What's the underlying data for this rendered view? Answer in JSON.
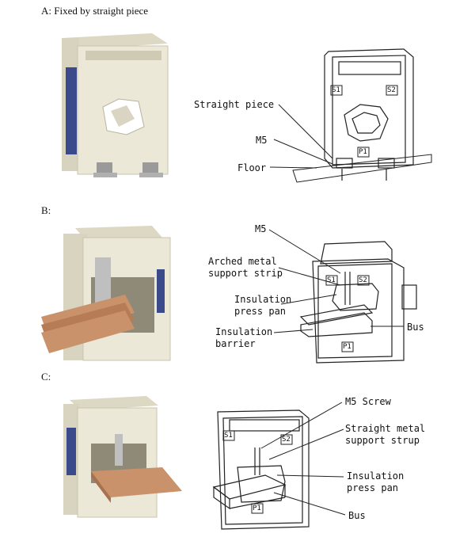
{
  "sections": [
    {
      "id": "A",
      "title": "A: Fixed by straight piece"
    },
    {
      "id": "B",
      "title": "B:"
    },
    {
      "id": "C",
      "title": "C:"
    }
  ],
  "diagram_a": {
    "labels": {
      "straight_piece": "Straight piece",
      "m5": "M5",
      "floor": "Floor"
    },
    "terminals": {
      "s1": "S1",
      "s2": "S2",
      "p1": "P1"
    }
  },
  "diagram_b": {
    "labels": {
      "m5": "M5",
      "arched_line1": "Arched metal",
      "arched_line2": "support strip",
      "ins_press_line1": "Insulation",
      "ins_press_line2": "press pan",
      "bus": "Bus",
      "ins_barrier_line1": "Insulation",
      "ins_barrier_line2": "barrier"
    },
    "terminals": {
      "s1": "S1",
      "s2": "S2",
      "p1": "P1"
    }
  },
  "diagram_c": {
    "labels": {
      "m5_screw": "M5 Screw",
      "straight_line1": "Straight metal",
      "straight_line2": "support strup",
      "ins_press_line1": "Insulation",
      "ins_press_line2": "press pan",
      "bus": "Bus"
    },
    "terminals": {
      "s1": "S1",
      "s2": "S2",
      "p1": "P1"
    }
  },
  "colors": {
    "housing": "#e9e6d5",
    "housing_shadow": "#cfcbb5",
    "copper": "#c9926a",
    "copper_dark": "#a8724f",
    "blue_window": "#3a4a8a"
  }
}
